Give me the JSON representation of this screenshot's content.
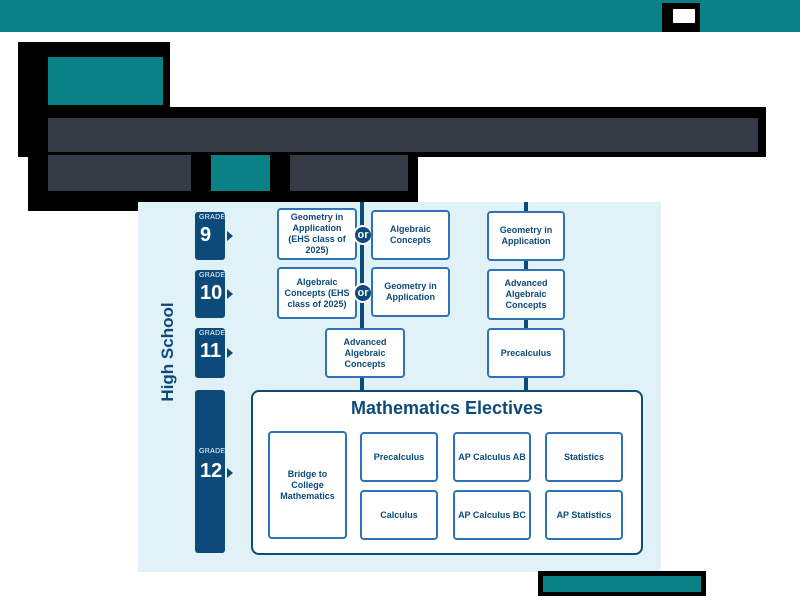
{
  "colors": {
    "teal": "#0a8285",
    "navy": "#0c4a79",
    "blue": "#2e73b8",
    "panel_bg": "#e1f1f8",
    "dark": "#353b45"
  },
  "diagram": {
    "section_label": "High School",
    "grades": [
      {
        "small": "GRADE",
        "number": "9"
      },
      {
        "small": "GRADE",
        "number": "10"
      },
      {
        "small": "GRADE",
        "number": "11"
      },
      {
        "small": "GRADE",
        "number": "12"
      }
    ],
    "or_label": "or",
    "left_path": {
      "g9_a": "Geometry in Application (EHS class of 2025)",
      "g9_b": "Algebraic Concepts",
      "g10_a": "Algebraic Concepts (EHS class of 2025)",
      "g10_b": "Geometry in Application",
      "g11": "Advanced Algebraic Concepts"
    },
    "right_path": {
      "g9": "Geometry in Application",
      "g10": "Advanced Algebraic Concepts",
      "g11": "Precalculus"
    },
    "electives": {
      "title": "Mathematics Electives",
      "bridge": "Bridge to College Mathematics",
      "items": [
        "Precalculus",
        "AP Calculus AB",
        "Statistics",
        "Calculus",
        "AP Calculus BC",
        "AP Statistics"
      ]
    }
  }
}
